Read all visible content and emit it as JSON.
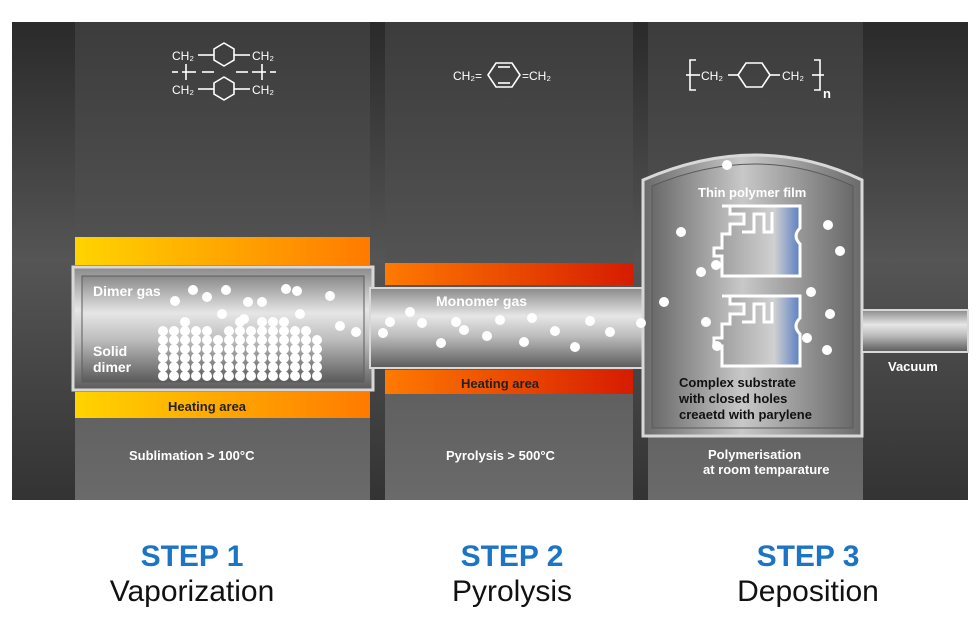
{
  "colors": {
    "step_blue": "#1c74c4",
    "panel_dark": "#3a3a3a",
    "label_white": "#ffffff"
  },
  "chemistry": {
    "dimer_top_left": "CH₂",
    "dimer_top_right": "CH₂",
    "dimer_bottom_left": "CH₂",
    "dimer_bottom_right": "CH₂",
    "monomer_left": "CH₂=",
    "monomer_right": "=CH₂",
    "polymer_left": "CH₂",
    "polymer_right": "CH₂",
    "polymer_subscript": "n"
  },
  "labels": {
    "dimer_gas": "Dimer gas",
    "solid_dimer_1": "Solid",
    "solid_dimer_2": "dimer",
    "heating_area_1": "Heating area",
    "heating_area_2": "Heating area",
    "monomer_gas": "Monomer gas",
    "thin_film": "Thin polymer film",
    "substrate_1": "Complex substrate",
    "substrate_2": "with closed holes",
    "substrate_3": "creaetd with parylene",
    "vacuum": "Vacuum",
    "sublimation": "Sublimation > 100°C",
    "pyrolysis": "Pyrolysis > 500°C",
    "polymerisation_1": "Polymerisation",
    "polymerisation_2": "at room temparature"
  },
  "steps": [
    {
      "number": "STEP 1",
      "name": "Vaporization"
    },
    {
      "number": "STEP 2",
      "name": "Pyrolysis"
    },
    {
      "number": "STEP 3",
      "name": "Deposition"
    }
  ]
}
